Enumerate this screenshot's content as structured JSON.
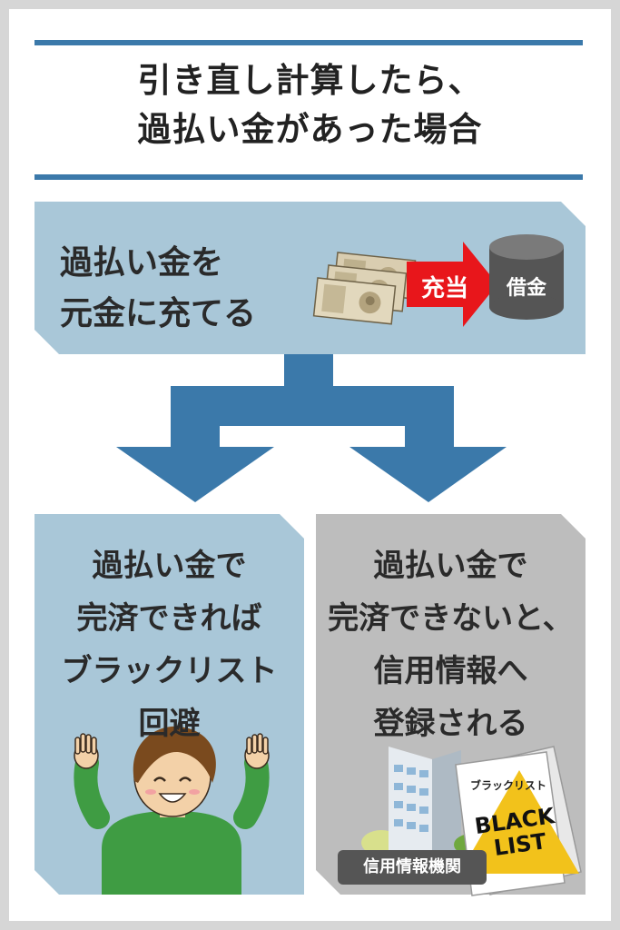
{
  "title": {
    "line1": "引き直し計算したら、",
    "line2": "過払い金があった場合"
  },
  "top_panel": {
    "line1": "過払い金を",
    "line2": "元金に充てる",
    "arrow_label": "充当",
    "cylinder_label": "借金"
  },
  "left_panel": {
    "line1": "過払い金で",
    "line2": "完済できれば",
    "line3": "ブラックリスト",
    "line4": "回避"
  },
  "right_panel": {
    "line1": "過払い金で",
    "line2": "完済できないと、",
    "line3": "信用情報へ",
    "line4": "登録される",
    "building_tag": "信用情報機関",
    "paper_heading": "ブラックリスト",
    "paper_line1": "BLACK",
    "paper_line2": "LIST"
  },
  "colors": {
    "accent_blue": "#3b79aa",
    "panel_blue": "#a9c7d8",
    "panel_gray": "#bdbdbd",
    "red": "#e8161b"
  }
}
